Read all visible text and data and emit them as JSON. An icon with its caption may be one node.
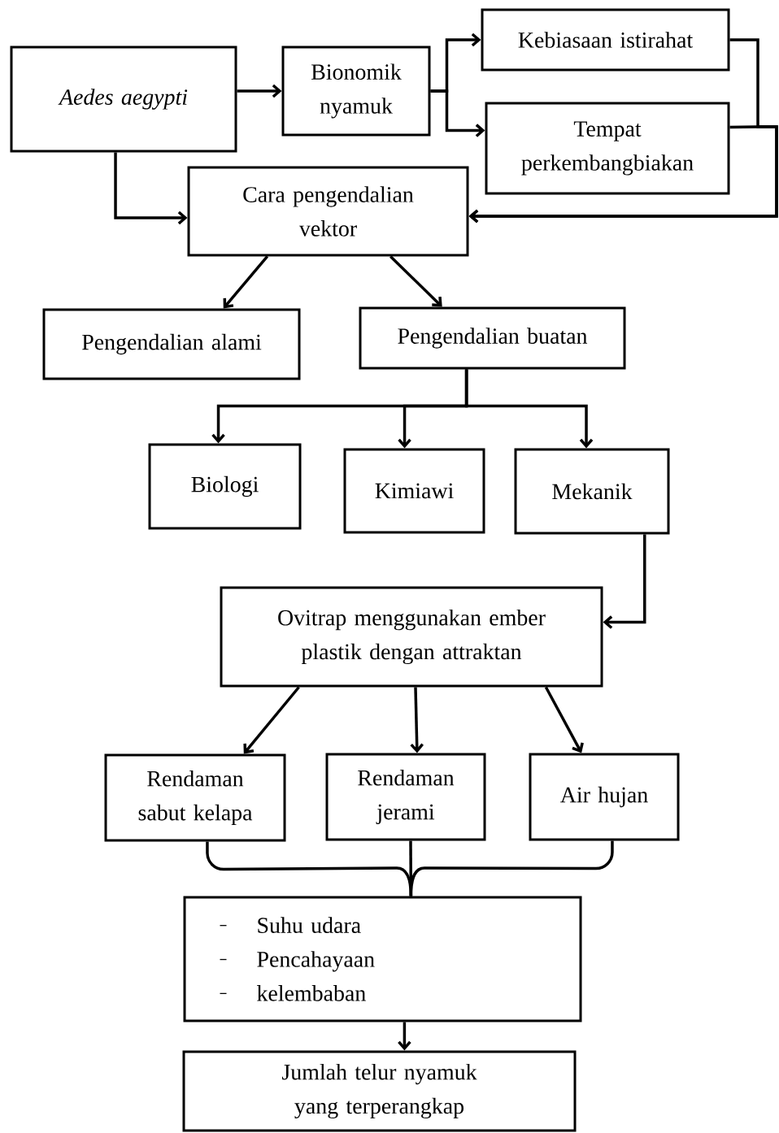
{
  "diagram": {
    "nodes": [
      {
        "text": [
          "Aedes aegypti"
        ]
      },
      {
        "text": [
          "Bionomik nyamuk"
        ]
      },
      {
        "text": [
          "Kebiasaan istirahat"
        ]
      },
      {
        "text": [
          "Tempat perkembangbiakan"
        ]
      },
      {
        "text": [
          "Cara pengendalian vektor"
        ]
      },
      {
        "text": [
          "Pengendalian alami"
        ]
      },
      {
        "text": [
          "Pengendalian buatan"
        ]
      },
      {
        "text": [
          "Biologi"
        ]
      },
      {
        "text": [
          "Kimiawi"
        ]
      },
      {
        "text": [
          "Mekanik"
        ]
      },
      {
        "text": [
          "Ovitrap menggunakan ember plastik dengan attraktan"
        ]
      },
      {
        "text": [
          "Rendaman sabut kelapa"
        ]
      },
      {
        "text": [
          "Rendaman jerami"
        ]
      },
      {
        "text": [
          "Air hujan"
        ]
      },
      {
        "text": [
          "Suhu udara",
          "Pencahayaan",
          "kelembaban"
        ]
      },
      {
        "text": [
          "Jumlah telur nyamuk yang terperangkap"
        ]
      }
    ],
    "edges": [
      {
        "from": 0,
        "to": 1,
        "arrow": "to"
      },
      {
        "from": 0,
        "to": 4,
        "arrow": "to"
      },
      {
        "from": 1,
        "to": 2,
        "arrow": "to"
      },
      {
        "from": 1,
        "to": 3,
        "arrow": "to"
      },
      {
        "from": 2,
        "to": 4,
        "arrow": "to"
      },
      {
        "from": 3,
        "to": 4,
        "arrow": "to"
      },
      {
        "from": 4,
        "to": 5,
        "arrow": "to"
      },
      {
        "from": 4,
        "to": 6,
        "arrow": "to"
      },
      {
        "from": 6,
        "to": 7,
        "arrow": "to"
      },
      {
        "from": 6,
        "to": 8,
        "arrow": "to"
      },
      {
        "from": 6,
        "to": 9,
        "arrow": "to"
      },
      {
        "from": 9,
        "to": 10,
        "arrow": "to"
      },
      {
        "from": 10,
        "to": 11,
        "arrow": "to"
      },
      {
        "from": 10,
        "to": 12,
        "arrow": "to"
      },
      {
        "from": 10,
        "to": 13,
        "arrow": "to"
      },
      {
        "from": 11,
        "to": 14,
        "arrow": "none"
      },
      {
        "from": 12,
        "to": 14,
        "arrow": "none"
      },
      {
        "from": 13,
        "to": 14,
        "arrow": "none"
      },
      {
        "from": 14,
        "to": 15,
        "arrow": "to"
      }
    ]
  }
}
